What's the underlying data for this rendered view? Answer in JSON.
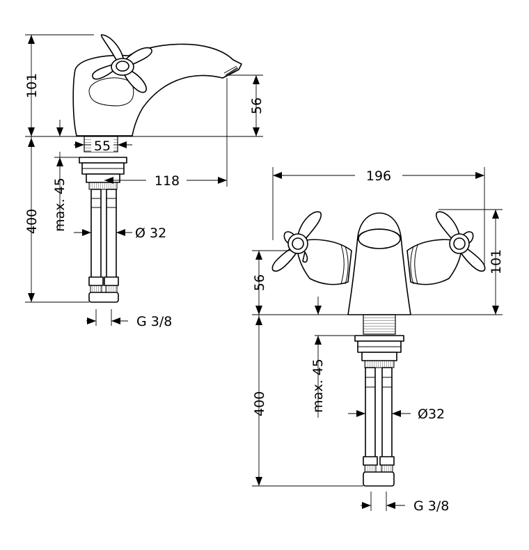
{
  "side_view": {
    "dim_spout_height": "101",
    "dim_body_height": "56",
    "dim_base_diameter": "55",
    "dim_reach": "118",
    "dim_hose_length": "400",
    "dim_max_thickness": "max. 45",
    "dim_hose_diameter": "Ø 32",
    "dim_thread": "G 3/8"
  },
  "front_view": {
    "dim_width": "196",
    "dim_handle_height": "101",
    "dim_body_height": "56",
    "dim_hose_length": "400",
    "dim_max_thickness": "max. 45",
    "dim_hose_diameter": "Ø32",
    "dim_thread": "G 3/8"
  }
}
